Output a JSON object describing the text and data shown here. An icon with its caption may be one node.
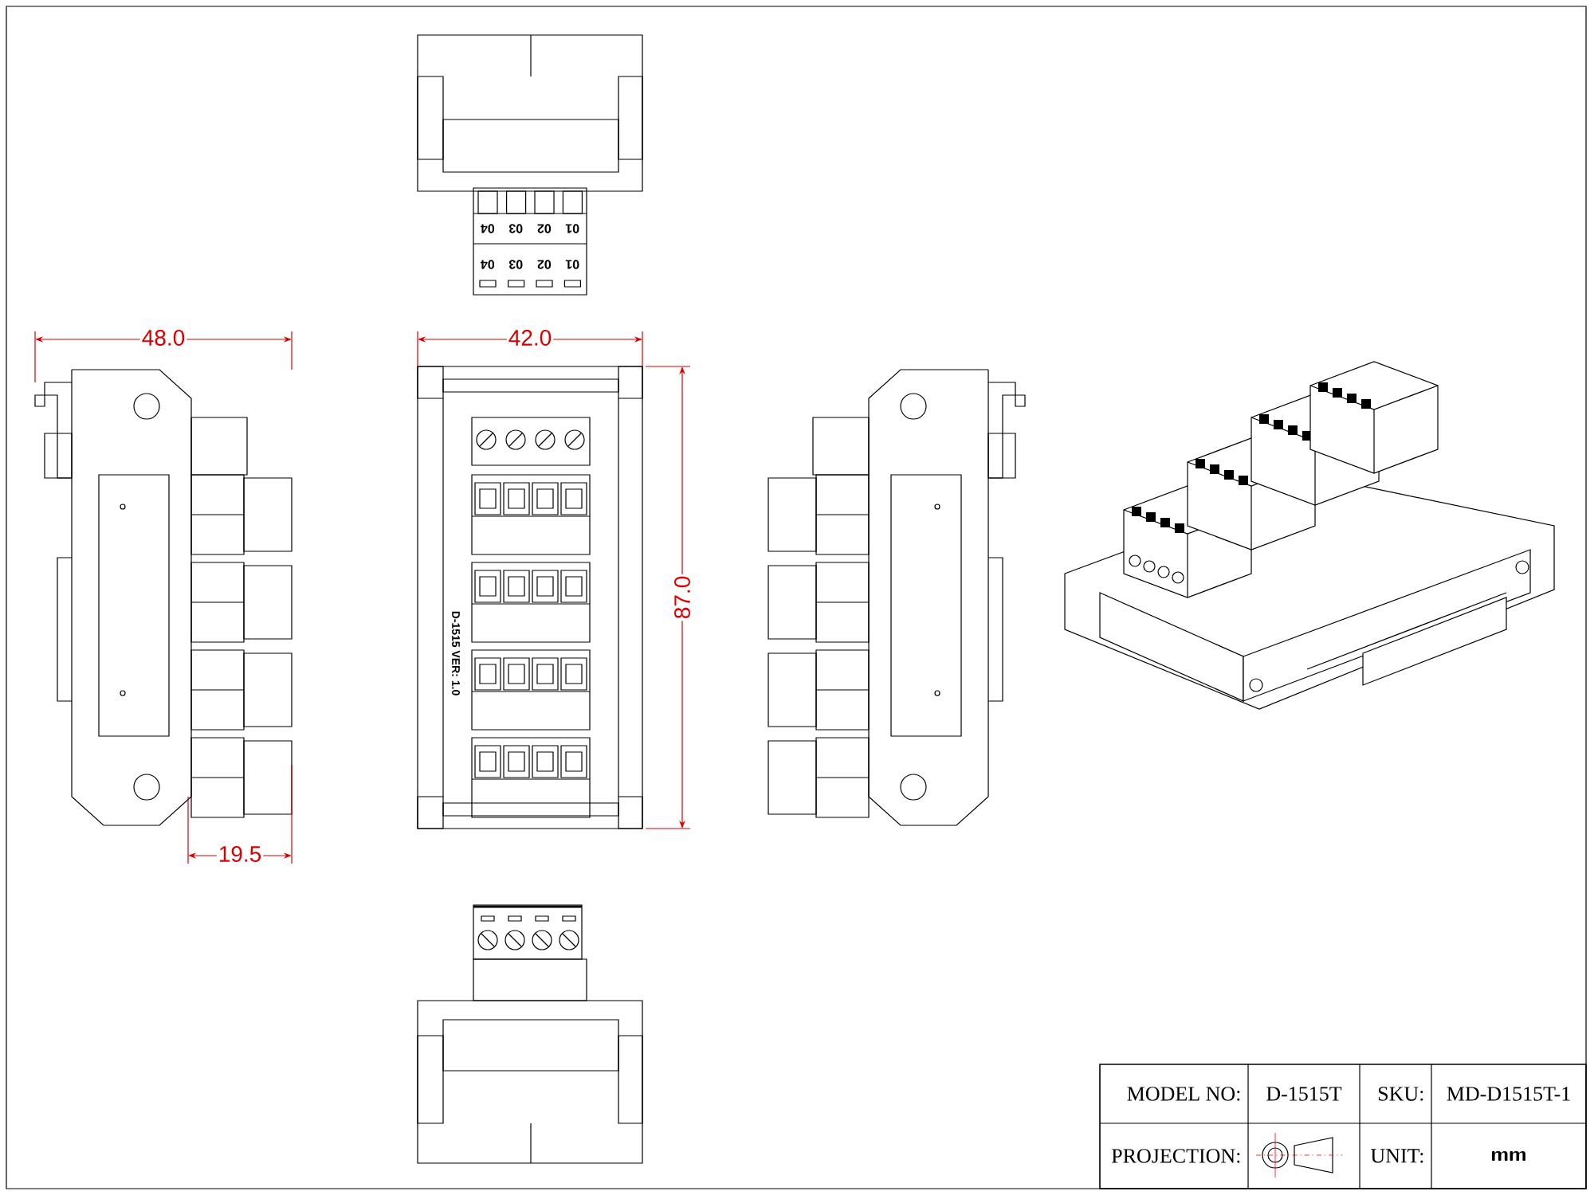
{
  "diagram": {
    "labels": [
      "48.0",
      "42.0",
      "87.0",
      "19.5",
      "04",
      "03",
      "02",
      "01",
      "04",
      "03",
      "02",
      "01",
      "D-1515 VER: 1.0",
      "MODEL NO:",
      "D-1515T",
      "SKU:",
      "MD-D1515T-1",
      "PROJECTION:",
      "UNIT:",
      "mm"
    ]
  }
}
